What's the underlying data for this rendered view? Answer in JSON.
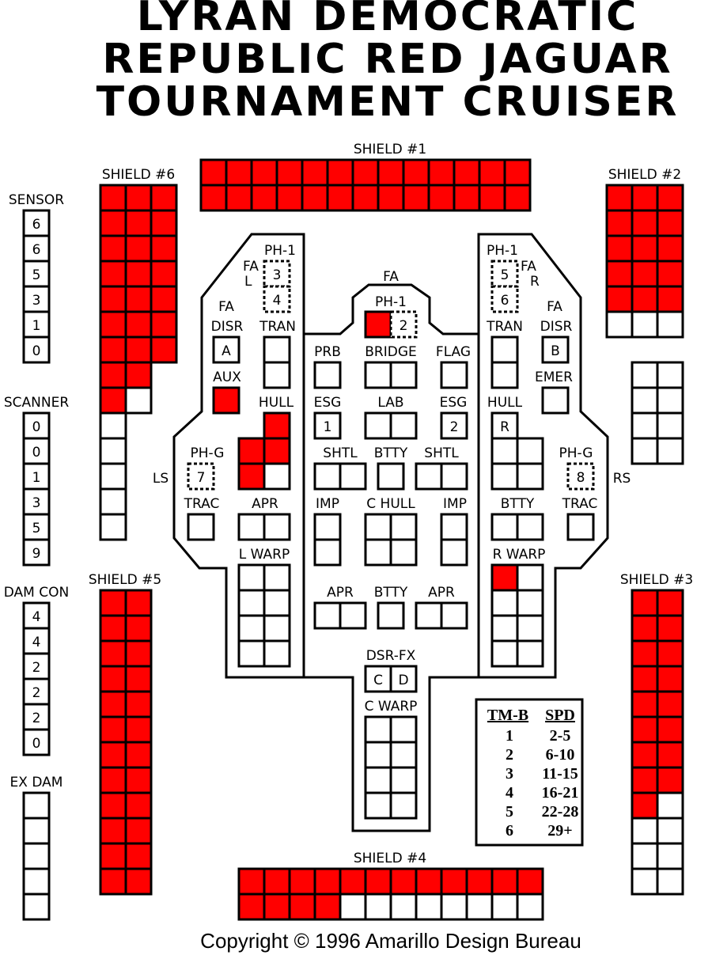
{
  "title": {
    "line1": "LYRAN DEMOCRATIC",
    "line2": "REPUBLIC RED JAGUAR",
    "line3": "TOURNAMENT CRUISER"
  },
  "colors": {
    "damaged": "#ff0000",
    "box": "#ffffff",
    "ink": "#000000"
  },
  "shields": {
    "s1": {
      "label": "SHIELD #1",
      "boxes": 26,
      "damaged": 26
    },
    "s2": {
      "label": "SHIELD #2",
      "boxes": 26,
      "damaged": 15
    },
    "s3": {
      "label": "SHIELD #3",
      "boxes": 26,
      "damaged": 17
    },
    "s4": {
      "label": "SHIELD #4",
      "boxes": 24,
      "damaged": 16
    },
    "s5": {
      "label": "SHIELD #5",
      "boxes": 24,
      "damaged": 24
    },
    "s6": {
      "label": "SHIELD #6",
      "boxes": 26,
      "damaged": 22
    }
  },
  "tracks": {
    "sensor": {
      "label": "SENSOR",
      "values": [
        "6",
        "6",
        "5",
        "3",
        "1",
        "0"
      ]
    },
    "scanner": {
      "label": "SCANNER",
      "values": [
        "0",
        "0",
        "1",
        "3",
        "5",
        "9"
      ]
    },
    "damcon": {
      "label": "DAM CON",
      "values": [
        "4",
        "4",
        "2",
        "2",
        "2",
        "0"
      ]
    },
    "exdam": {
      "label": "EX DAM",
      "values": [
        "",
        "",
        "",
        "",
        ""
      ]
    }
  },
  "systems": {
    "ph1": "PH-1",
    "fa": "FA",
    "fa_l": "L",
    "fa_r": "R",
    "ph1_nums": [
      "3",
      "4",
      "2",
      "5",
      "6"
    ],
    "disr": "DISR",
    "disr_a": "A",
    "disr_b": "B",
    "tran": "TRAN",
    "aux": "AUX",
    "emer": "EMER",
    "hull": "HULL",
    "hull_r": "R",
    "prb": "PRB",
    "bridge": "BRIDGE",
    "flag": "FLAG",
    "esg": "ESG",
    "esg_1": "1",
    "esg_2": "2",
    "lab": "LAB",
    "shtl": "SHTL",
    "btty": "BTTY",
    "phg": "PH-G",
    "phg_7": "7",
    "phg_8": "8",
    "ls": "LS",
    "rs": "RS",
    "trac": "TRAC",
    "apr": "APR",
    "imp": "IMP",
    "chull": "C HULL",
    "lwarp": "L WARP",
    "rwarp": "R WARP",
    "dsrfx": "DSR-FX",
    "dsr_c": "C",
    "dsr_d": "D",
    "cwarp": "C WARP"
  },
  "speed_table": {
    "headers": [
      "TM-B",
      "SPD"
    ],
    "rows": [
      [
        "1",
        "2-5"
      ],
      [
        "2",
        "6-10"
      ],
      [
        "3",
        "11-15"
      ],
      [
        "4",
        "16-21"
      ],
      [
        "5",
        "22-28"
      ],
      [
        "6",
        "29+"
      ]
    ]
  },
  "copyright": "Copyright ©  1996  Amarillo Design Bureau"
}
